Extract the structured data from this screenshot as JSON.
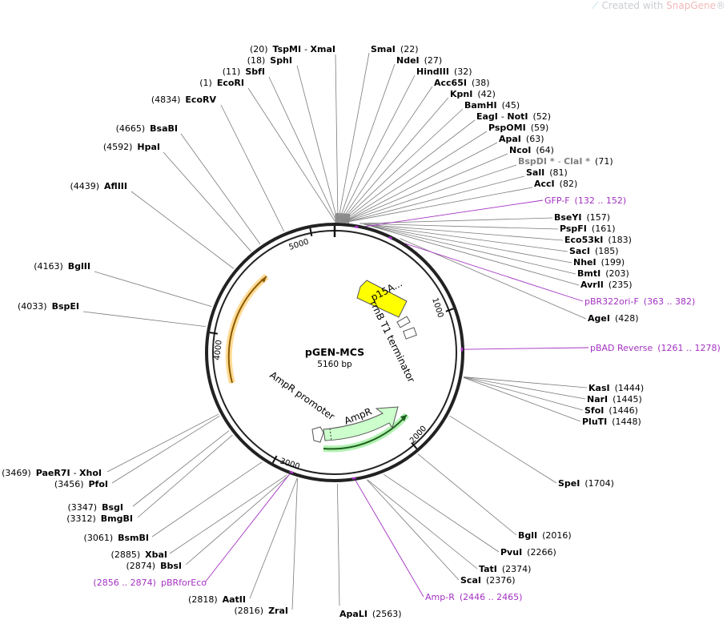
{
  "brand": {
    "prefix": "Created with ",
    "name": "SnapGene",
    "reg": "®"
  },
  "plasmid": {
    "name": "pGEN-MCS",
    "size": 5160,
    "size_label": "5160 bp"
  },
  "ticks": [
    "1000",
    "2000",
    "3000",
    "4000",
    "5000"
  ],
  "features": [
    {
      "label": "p15A...",
      "kind": "origin",
      "color": "#ffff00"
    },
    {
      "label": "rrnB T1 terminator",
      "kind": "terminator",
      "color": "#ffffff"
    },
    {
      "label": "AmpR",
      "kind": "cds",
      "color": "#ccffcc"
    },
    {
      "label": "AmpR promoter",
      "kind": "promoter",
      "color": "#ffffff"
    }
  ],
  "sites": [
    {
      "pos": "(20)",
      "name": "TspMI",
      "name2": "XmaI"
    },
    {
      "pos": "(18)",
      "name": "SphI"
    },
    {
      "pos": "(11)",
      "name": "SbfI"
    },
    {
      "pos": "(1)",
      "name": "EcoRI"
    },
    {
      "pos": "(4834)",
      "name": "EcoRV"
    },
    {
      "pos": "(4665)",
      "name": "BsaBI"
    },
    {
      "pos": "(4592)",
      "name": "HpaI"
    },
    {
      "pos": "(4439)",
      "name": "AflIII"
    },
    {
      "pos": "(4163)",
      "name": "BglII"
    },
    {
      "pos": "(4033)",
      "name": "BspEI"
    },
    {
      "pos": "(3469)",
      "name": "PaeR7I",
      "name2": "XhoI"
    },
    {
      "pos": "(3456)",
      "name": "PfoI"
    },
    {
      "pos": "(3347)",
      "name": "BsgI"
    },
    {
      "pos": "(3312)",
      "name": "BmgBI"
    },
    {
      "pos": "(3061)",
      "name": "BsmBI"
    },
    {
      "pos": "(2885)",
      "name": "XbaI"
    },
    {
      "pos": "(2874)",
      "name": "BbsI"
    },
    {
      "pos": "(2818)",
      "name": "AatII"
    },
    {
      "pos": "(2816)",
      "name": "ZraI"
    },
    {
      "name": "SmaI",
      "pos": "(22)"
    },
    {
      "name": "NdeI",
      "pos": "(27)"
    },
    {
      "name": "HindIII",
      "pos": "(32)"
    },
    {
      "name": "Acc65I",
      "pos": "(38)"
    },
    {
      "name": "KpnI",
      "pos": "(42)"
    },
    {
      "name": "BamHI",
      "pos": "(45)"
    },
    {
      "name": "EagI",
      "name2": "NotI",
      "pos": "(52)"
    },
    {
      "name": "PspOMI",
      "pos": "(59)"
    },
    {
      "name": "ApaI",
      "pos": "(63)"
    },
    {
      "name": "NcoI",
      "pos": "(64)"
    },
    {
      "name": "BspDI *",
      "name2": "ClaI *",
      "pos": "(71)"
    },
    {
      "name": "SalI",
      "pos": "(81)"
    },
    {
      "name": "AccI",
      "pos": "(82)"
    },
    {
      "name": "BseYI",
      "pos": "(157)"
    },
    {
      "name": "PspFI",
      "pos": "(161)"
    },
    {
      "name": "Eco53kI",
      "pos": "(183)"
    },
    {
      "name": "SacI",
      "pos": "(185)"
    },
    {
      "name": "NheI",
      "pos": "(199)"
    },
    {
      "name": "BmtI",
      "pos": "(203)"
    },
    {
      "name": "AvrII",
      "pos": "(235)"
    },
    {
      "name": "AgeI",
      "pos": "(428)"
    },
    {
      "name": "KasI",
      "pos": "(1444)"
    },
    {
      "name": "NarI",
      "pos": "(1445)"
    },
    {
      "name": "SfoI",
      "pos": "(1446)"
    },
    {
      "name": "PluTI",
      "pos": "(1448)"
    },
    {
      "name": "SpeI",
      "pos": "(1704)"
    },
    {
      "name": "BglI",
      "pos": "(2016)"
    },
    {
      "name": "PvuI",
      "pos": "(2266)"
    },
    {
      "name": "TatI",
      "pos": "(2374)"
    },
    {
      "name": "ScaI",
      "pos": "(2376)"
    },
    {
      "name": "ApaLI",
      "pos": "(2563)"
    }
  ],
  "primers": [
    {
      "name": "GFP-F",
      "range": "(132 .. 152)"
    },
    {
      "name": "pBR322ori-F",
      "range": "(363 .. 382)"
    },
    {
      "name": "pBAD Reverse",
      "range": "(1261 .. 1278)"
    },
    {
      "name": "Amp-R",
      "range": "(2446 .. 2465)"
    },
    {
      "name": "pBRforEco",
      "range": "(2856 .. 2874)"
    }
  ],
  "colors": {
    "primer": "#a332c2",
    "backbone": "#222222",
    "origin": "#ffff00",
    "cds": "#ccffcc"
  }
}
